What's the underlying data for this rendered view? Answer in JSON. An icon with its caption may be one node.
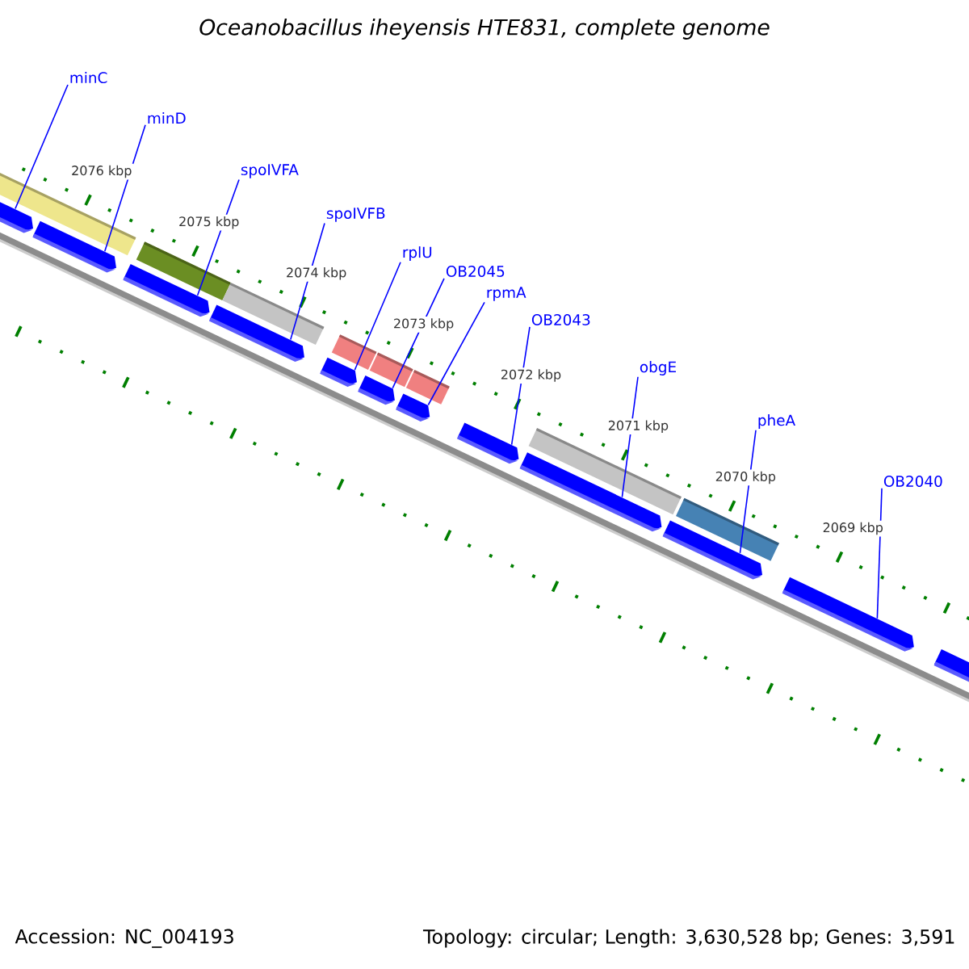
{
  "diagram": {
    "title": "Oceanobacillus iheyensis HTE831, complete genome",
    "nodes": [
      {
        "text": [
          "minC"
        ]
      },
      {
        "text": [
          "minD"
        ]
      },
      {
        "text": [
          "spoIVFA"
        ]
      },
      {
        "text": [
          "spoIVFB"
        ]
      },
      {
        "text": [
          "rplU"
        ]
      },
      {
        "text": [
          "OB2045"
        ]
      },
      {
        "text": [
          "rpmA"
        ]
      },
      {
        "text": [
          "OB2043"
        ]
      },
      {
        "text": [
          "obgE"
        ]
      },
      {
        "text": [
          "pheA"
        ]
      },
      {
        "text": [
          "OB2040"
        ]
      },
      {
        "text": [],
        "shape": "bar"
      },
      {
        "text": [],
        "shape": "bar"
      },
      {
        "text": [],
        "shape": "bar"
      },
      {
        "text": [],
        "shape": "bar"
      },
      {
        "text": [],
        "shape": "bar"
      },
      {
        "text": [],
        "shape": "bar"
      },
      {
        "text": [],
        "shape": "bar"
      },
      {
        "text": [],
        "shape": "bar"
      },
      {
        "text": [],
        "shape": "bar"
      },
      {
        "text": [],
        "shape": "bar"
      },
      {
        "text": [],
        "shape": "bar"
      },
      {
        "text": [],
        "shape": "bar"
      }
    ],
    "edges": [
      {
        "from": 0,
        "to": 11,
        "arrow": "none"
      },
      {
        "from": 1,
        "to": 12,
        "arrow": "none"
      },
      {
        "from": 2,
        "to": 13,
        "arrow": "none"
      },
      {
        "from": 3,
        "to": 14,
        "arrow": "none"
      },
      {
        "from": 4,
        "to": 15,
        "arrow": "none"
      },
      {
        "from": 5,
        "to": 16,
        "arrow": "none"
      },
      {
        "from": 6,
        "to": 17,
        "arrow": "none"
      },
      {
        "from": 7,
        "to": 18,
        "arrow": "none"
      },
      {
        "from": 8,
        "to": 19,
        "arrow": "none"
      },
      {
        "from": 9,
        "to": 20,
        "arrow": "none"
      },
      {
        "from": 10,
        "to": 21,
        "arrow": "none"
      }
    ],
    "labels": [
      "2076 kbp",
      "2075 kbp",
      "2074 kbp",
      "2073 kbp",
      "2072 kbp",
      "2071 kbp",
      "2070 kbp",
      "2069 kbp",
      "Accession: NC_004193",
      "Topology: circular; Length: 3,630,528 bp; Genes: 3,591"
    ]
  }
}
